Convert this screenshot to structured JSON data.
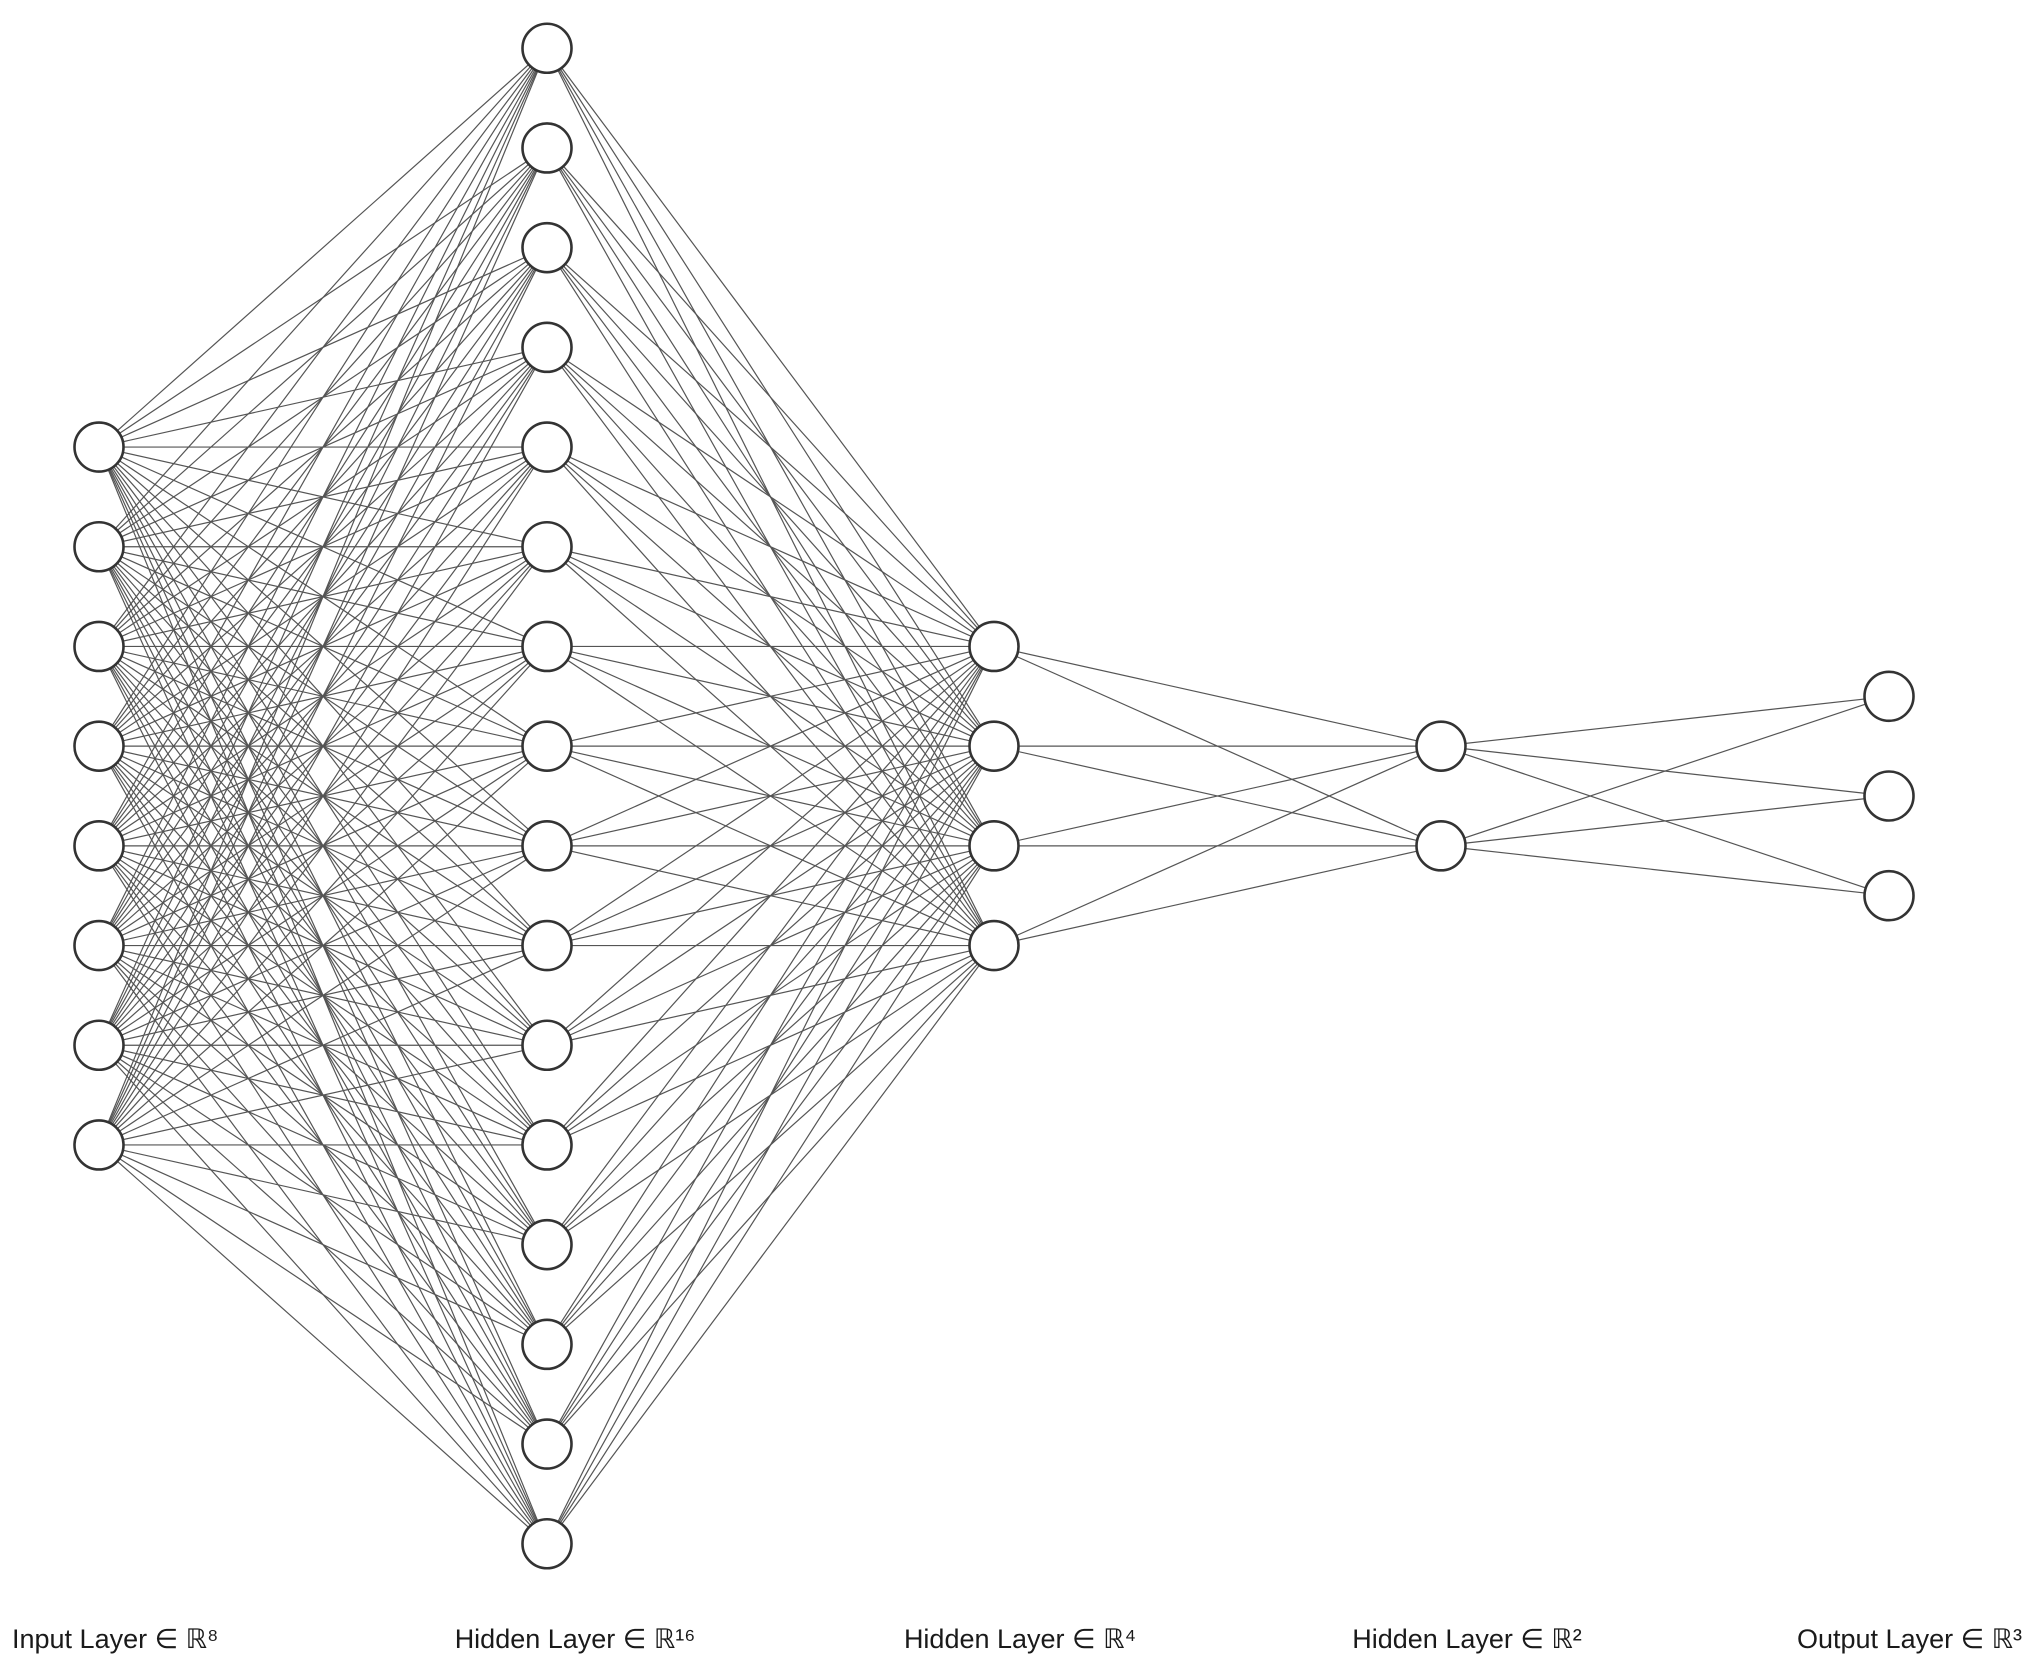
{
  "network": {
    "layers": [
      {
        "label": "Input Layer ∈ ℝ⁸",
        "units": 8
      },
      {
        "label": "Hidden Layer ∈ ℝ¹⁶",
        "units": 16
      },
      {
        "label": "Hidden Layer ∈ ℝ⁴",
        "units": 4
      },
      {
        "label": "Hidden Layer ∈ ℝ²",
        "units": 2
      },
      {
        "label": "Output Layer ∈ ℝ³",
        "units": 3
      }
    ],
    "colors": {
      "edge": "#555555",
      "node_stroke": "#333333",
      "node_fill": "#ffffff",
      "text": "#1a1a1a"
    }
  }
}
